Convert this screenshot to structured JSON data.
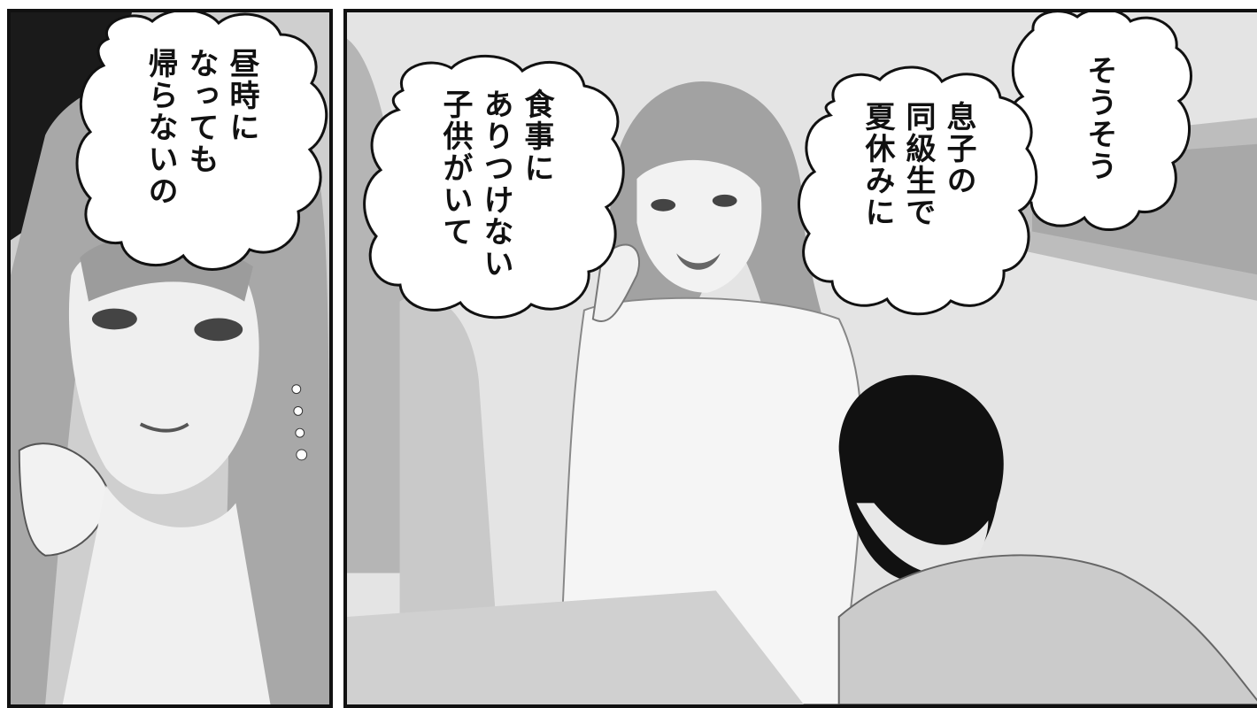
{
  "panels": [
    {
      "id": "left",
      "bubble": {
        "lines": [
          "昼時に",
          "なっても",
          "帰らないの"
        ]
      }
    },
    {
      "id": "right",
      "bubbles": [
        {
          "lines": [
            "食事に",
            "ありつけない",
            "子供がいて"
          ]
        },
        {
          "lines": [
            "そうそう"
          ]
        },
        {
          "lines": [
            "息子の",
            "同級生で",
            "夏休みに"
          ]
        }
      ]
    }
  ]
}
